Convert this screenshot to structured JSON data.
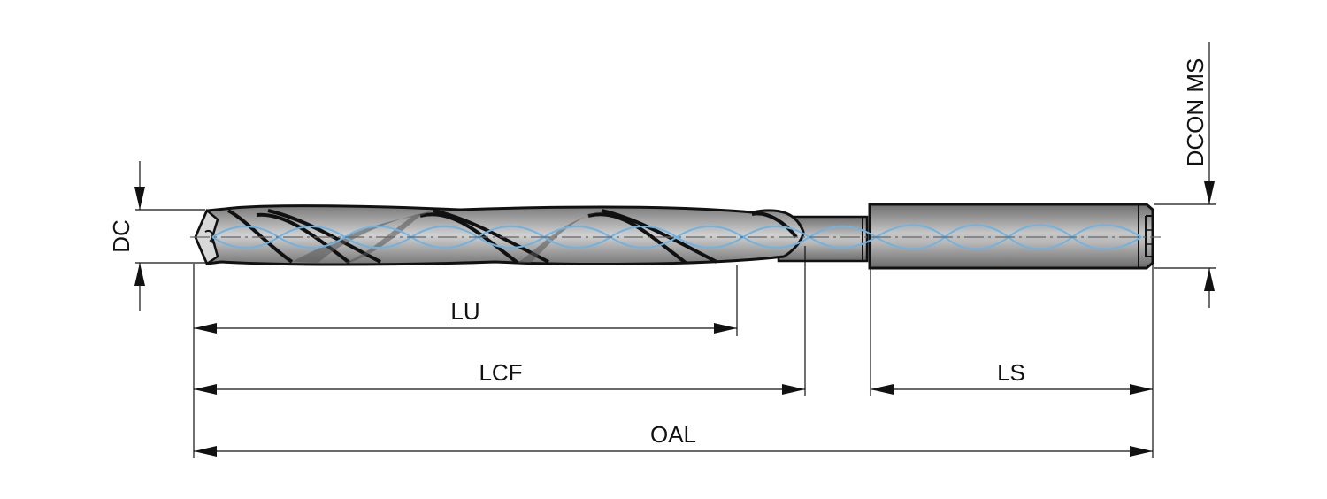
{
  "labels": {
    "lu": "LU",
    "lcf": "LCF",
    "ls": "LS",
    "oal": "OAL",
    "dc": "DC",
    "dcon_ms": "DCON MS"
  },
  "colors": {
    "body_dark": "#6e6e6e",
    "body_light": "#c6c6c6",
    "outline": "#111111",
    "helix": "#6fb3e3",
    "centerline": "#666666"
  }
}
